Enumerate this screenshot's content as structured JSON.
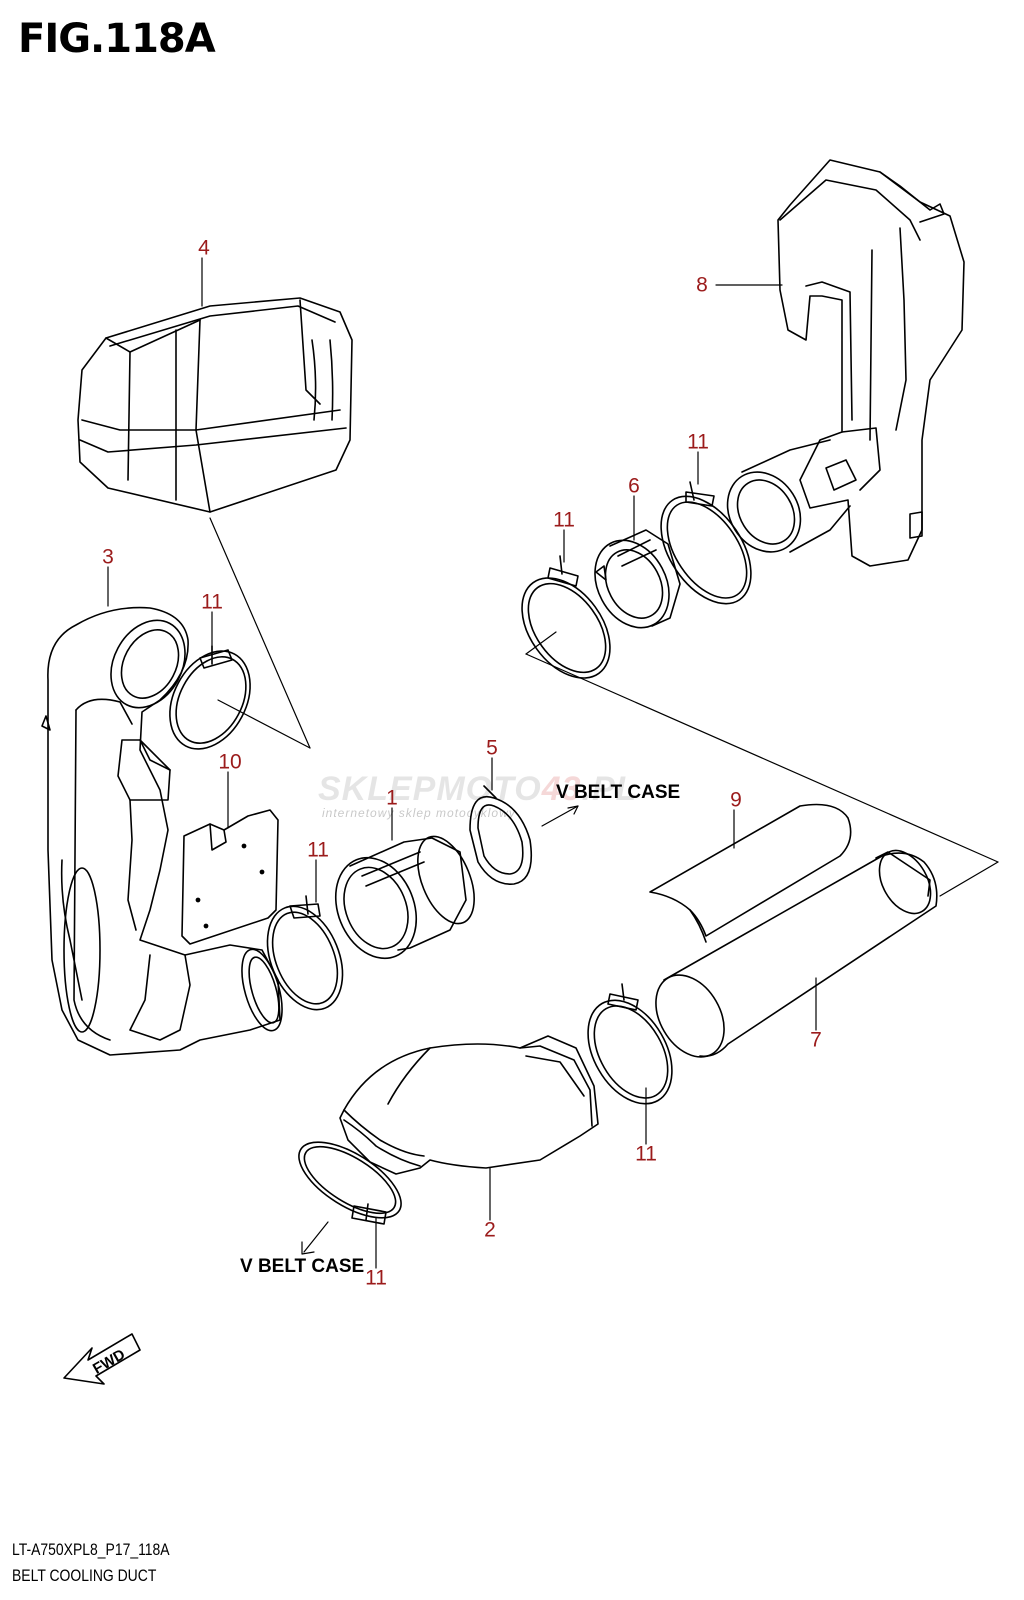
{
  "figure": {
    "title": "FIG.118A",
    "code": "LT-A750XPL8_P17_118A",
    "description": "BELT COOLING DUCT"
  },
  "callouts": [
    {
      "id": "c4",
      "text": "4"
    },
    {
      "id": "c3",
      "text": "3"
    },
    {
      "id": "c11a",
      "text": "11"
    },
    {
      "id": "c10",
      "text": "10"
    },
    {
      "id": "c11b",
      "text": "11"
    },
    {
      "id": "c1",
      "text": "1"
    },
    {
      "id": "c5",
      "text": "5"
    },
    {
      "id": "c8",
      "text": "8"
    },
    {
      "id": "c11c",
      "text": "11"
    },
    {
      "id": "c6",
      "text": "6"
    },
    {
      "id": "c11d",
      "text": "11"
    },
    {
      "id": "c9",
      "text": "9"
    },
    {
      "id": "c7",
      "text": "7"
    },
    {
      "id": "c11e",
      "text": "11"
    },
    {
      "id": "c2",
      "text": "2"
    },
    {
      "id": "c11f",
      "text": "11"
    }
  ],
  "references": {
    "v_belt_case_upper": "V BELT CASE",
    "v_belt_case_lower": "V BELT CASE",
    "fwd": "FWD"
  },
  "watermark": {
    "main_a": "SKLEPMOTO",
    "main_b": "43",
    "main_c": ".PL",
    "sub": "internetowy sklep motocyklowy"
  },
  "colors": {
    "callout": "#9b1b1b",
    "line": "#000000"
  }
}
